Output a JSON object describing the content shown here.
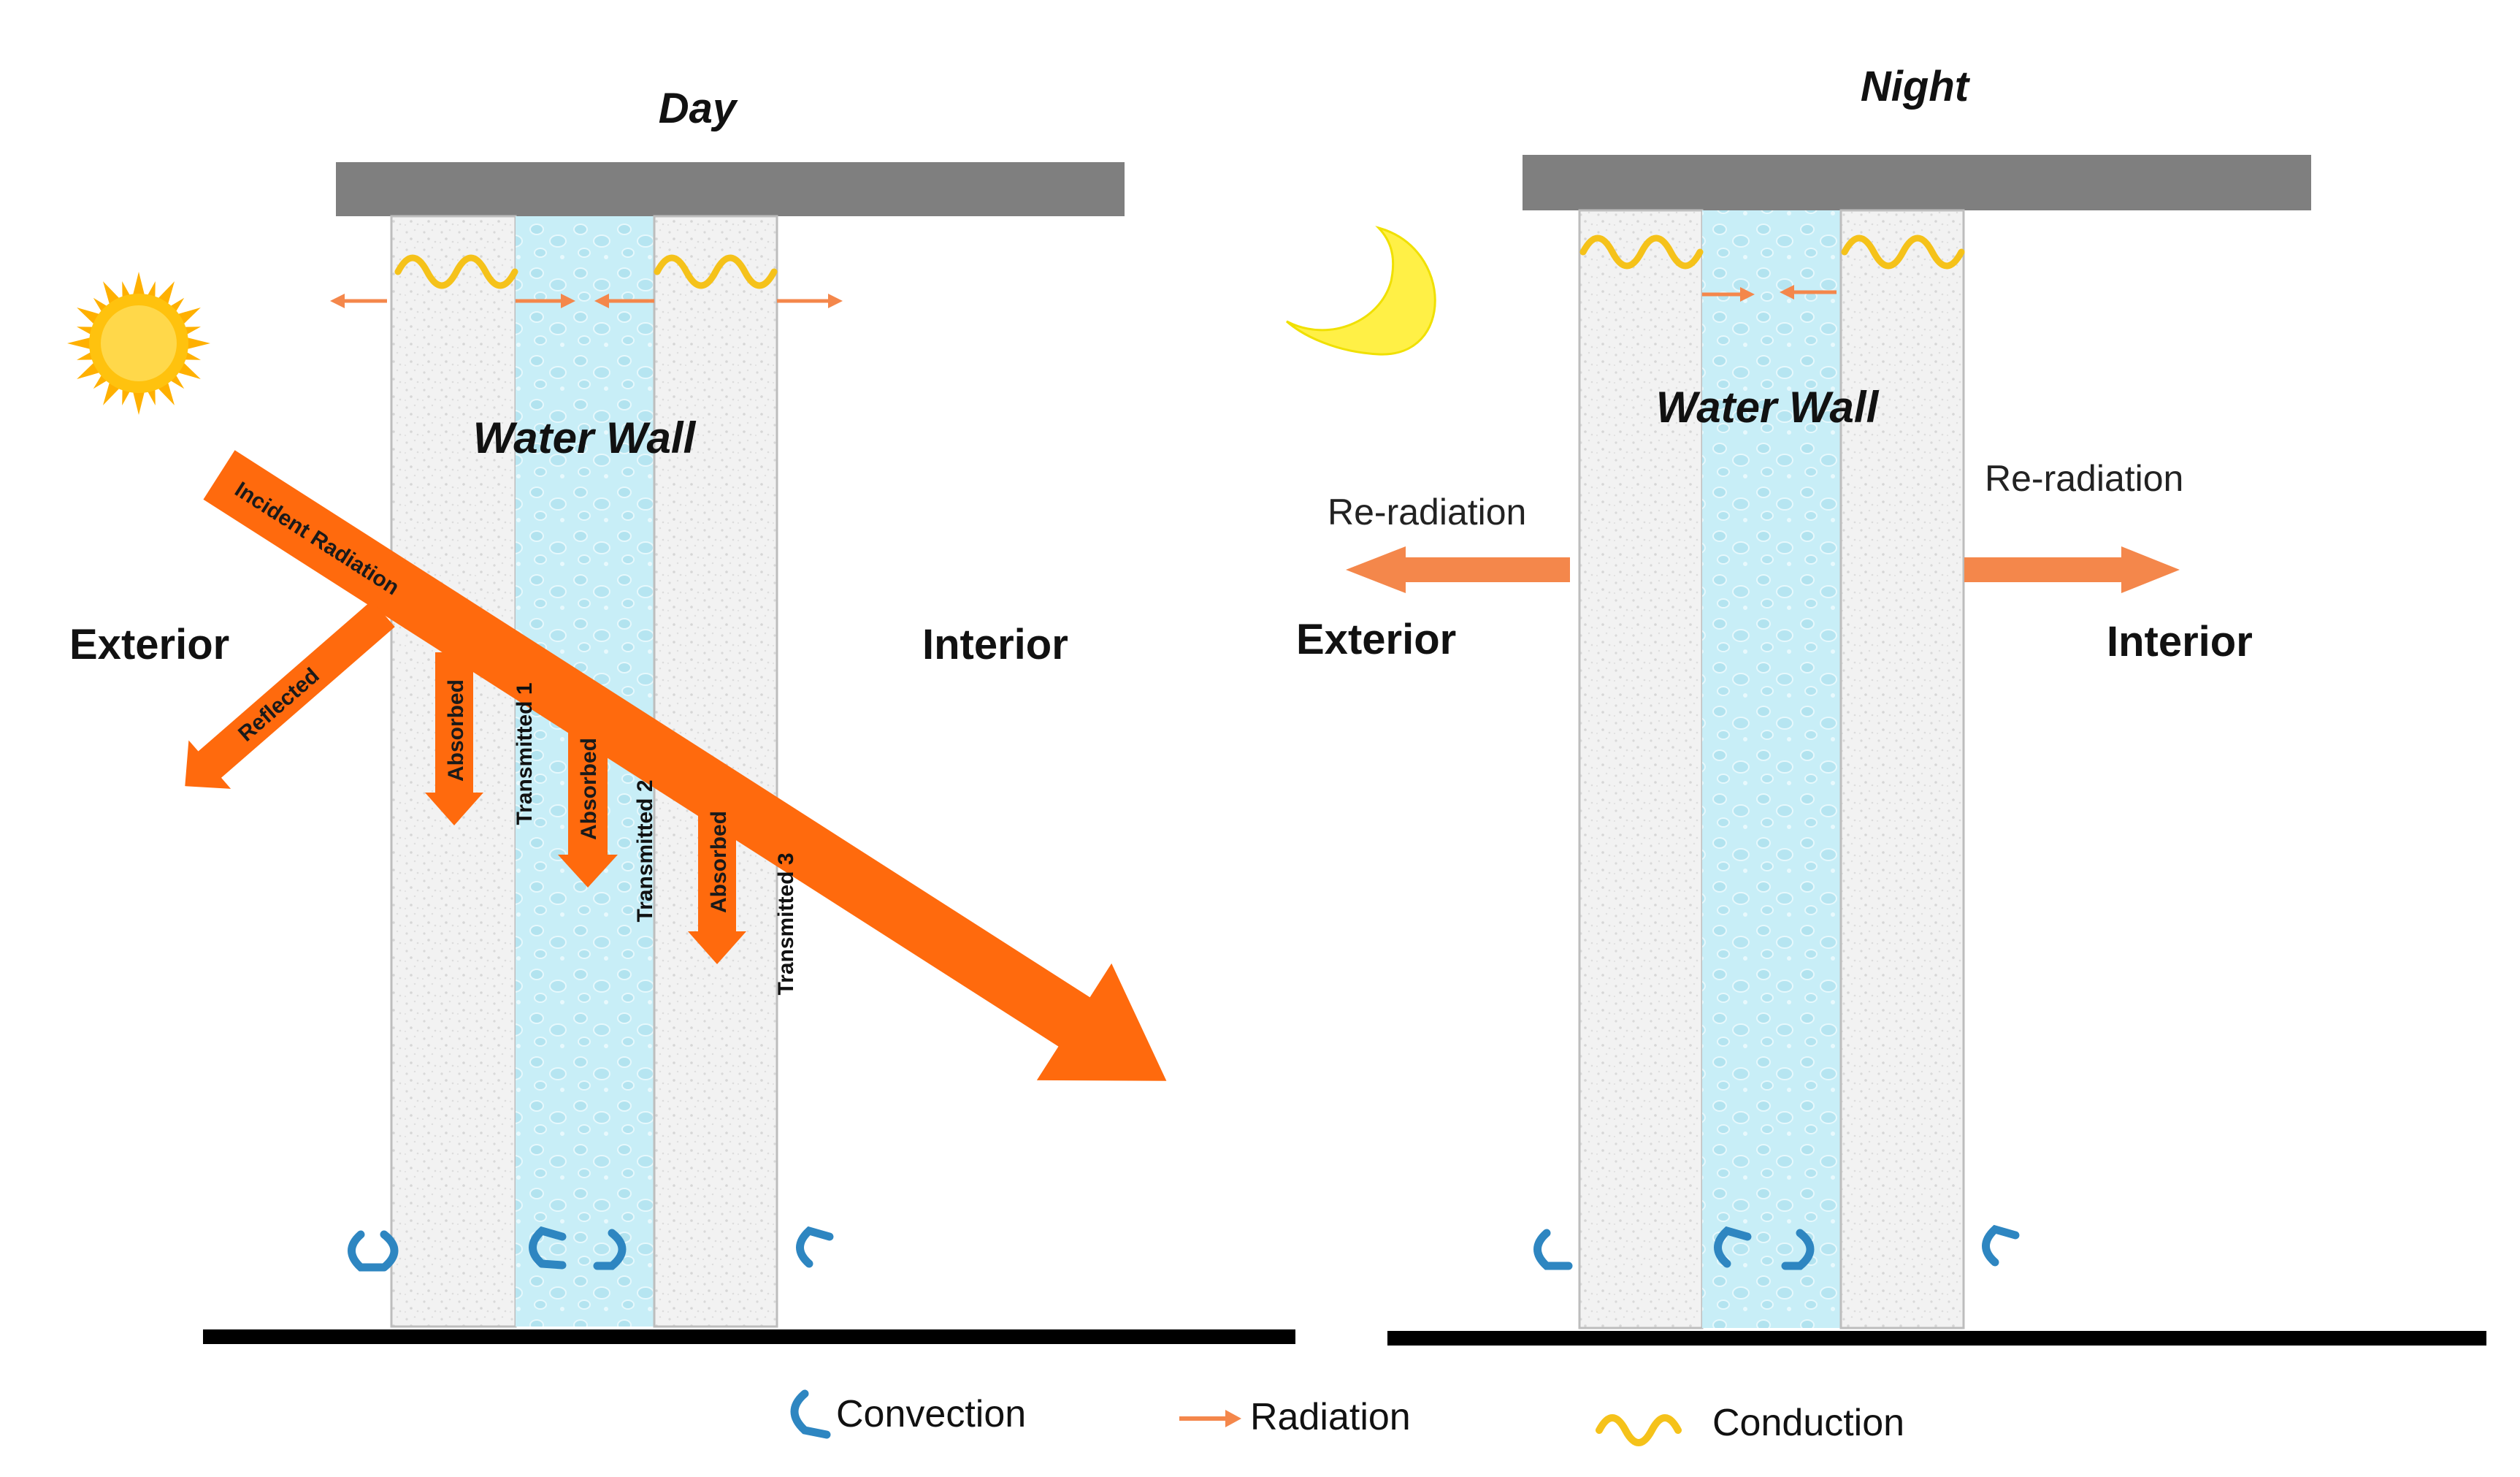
{
  "panels": {
    "day": {
      "title": "Day",
      "water_wall": "Water Wall",
      "exterior": "Exterior",
      "interior": "Interior",
      "incident": "Incident Radiation",
      "reflected": "Reflected",
      "absorbed": "Absorbed",
      "transmitted_1": "Transmitted 1",
      "transmitted_2": "Transmitted 2",
      "transmitted_3": "Transmitted 3"
    },
    "night": {
      "title": "Night",
      "water_wall": "Water Wall",
      "exterior": "Exterior",
      "interior": "Interior",
      "reradiation_left": "Re-radiation",
      "reradiation_right": "Re-radiation"
    }
  },
  "legend": {
    "convection": "Convection",
    "radiation": "Radiation",
    "conduction": "Conduction"
  },
  "colors": {
    "roof": "#7f7f7f",
    "panel": "#f0f0f0",
    "water": "#c9eef7",
    "incident_arrow": "#ff6a0d",
    "radiation": "#f4874b",
    "conduction": "#f5c21a",
    "convection": "#2e86c1",
    "ground": "#000000",
    "sun": "#ffc20e",
    "moon": "#fff046"
  },
  "icons": [
    "sun-icon",
    "moon-icon",
    "convection-icon",
    "radiation-icon",
    "conduction-icon"
  ]
}
